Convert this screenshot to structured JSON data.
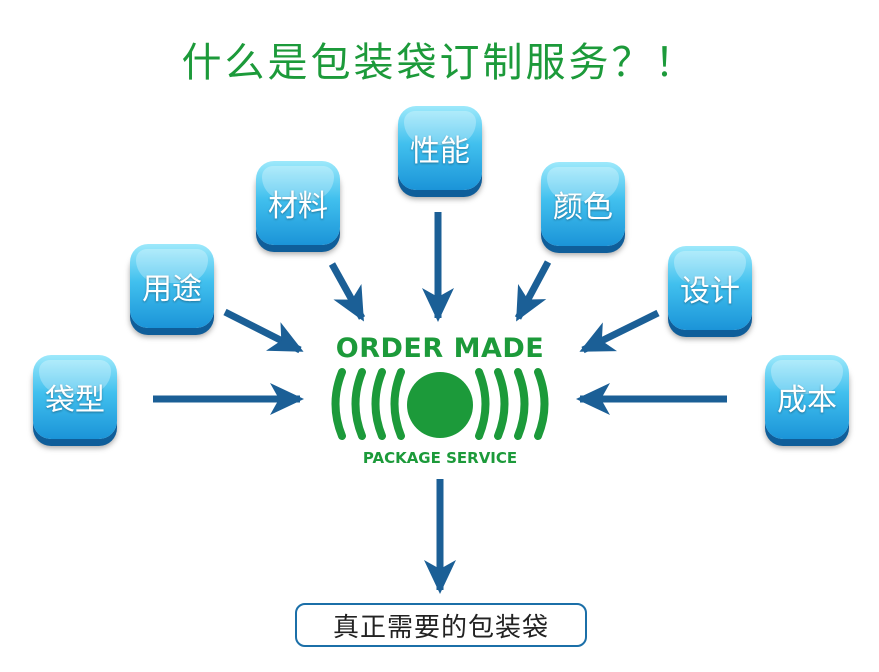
{
  "title": "什么是包装袋订制服务？！",
  "nodes": {
    "bag_type": "袋型",
    "usage": "用途",
    "material": "材料",
    "performance": "性能",
    "color": "颜色",
    "design": "设计",
    "cost": "成本"
  },
  "center": {
    "top_text": "ORDER MADE",
    "bottom_text": "PACKAGE SERVICE"
  },
  "result": "真正需要的包装袋",
  "colors": {
    "title_green": "#1c9a3a",
    "arrow_blue": "#1b5f96",
    "node_blue": "#2aa3e0"
  }
}
